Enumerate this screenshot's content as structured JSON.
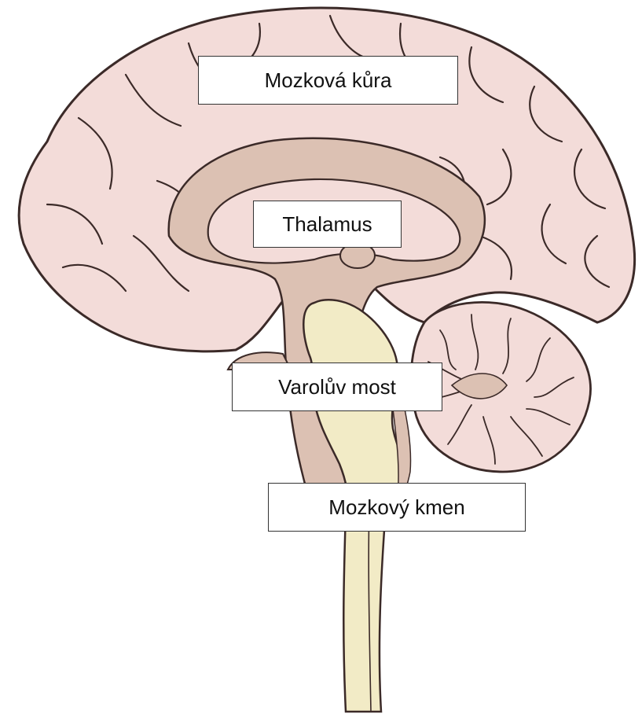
{
  "labels": {
    "cortex": "Mozková kůra",
    "thalamus": "Thalamus",
    "pons": "Varolův most",
    "brainstem": "Mozkový kmen"
  },
  "colors": {
    "cortex_fill": "#f3dcd9",
    "cortex_outline": "#3b2a28",
    "inner_fill": "#dcc1b3",
    "stem_fill": "#f2ebc6",
    "cerebellum_fill": "#f3dcd9",
    "label_background": "#ffffff",
    "label_border": "#333333"
  }
}
